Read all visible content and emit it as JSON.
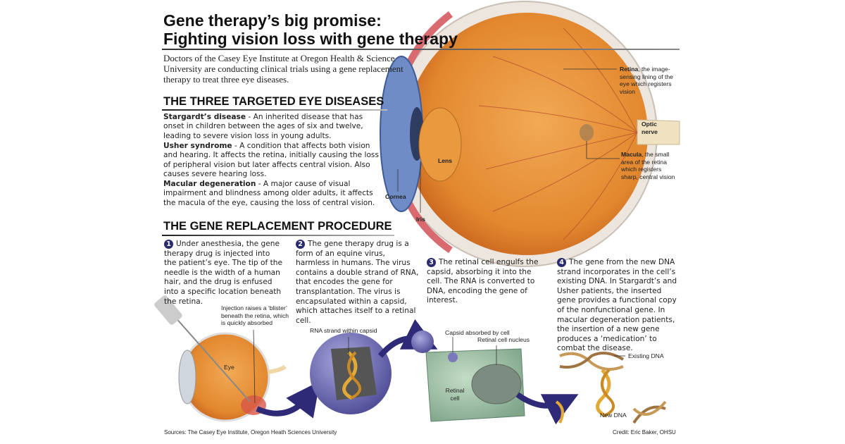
{
  "title": {
    "line1": "Gene therapy’s big promise:",
    "line2": "Fighting vision loss with gene therapy"
  },
  "intro": "Doctors of the Casey Eye Institute at Oregon Health & Science University are conducting clinical trials using a gene replacement therapy to treat three eye diseases.",
  "diseases_section": {
    "heading": "THE THREE TARGETED EYE DISEASES",
    "items": [
      {
        "name": "Stargardt’s disease",
        "text": " - An inherited disease that has onset in children between the ages of six and twelve, leading to severe vision loss in young adults."
      },
      {
        "name": "Usher syndrome",
        "text": " - A condition that affects both vision and hearing.  It affects the retina, initially causing the loss of peripheral vision but later affects central vision.  Also causes severe hearing loss."
      },
      {
        "name": "Macular degeneration",
        "text": " - A major cause of visual impairment and blindness among older adults, it affects the macula of the eye, causing the loss of central vision."
      }
    ]
  },
  "eye_labels": {
    "lens": "Lens",
    "cornea": "Cornea",
    "iris": "Iris",
    "retina_name": "Retina",
    "retina_desc": ", the image-sensing lining of the eye which registers vision",
    "optic_nerve": "Optic nerve",
    "macula_name": "Macula",
    "macula_desc": ", the small area of the retina which registers sharp, central vision"
  },
  "procedure_section": {
    "heading": "THE GENE REPLACEMENT PROCEDURE",
    "steps": [
      {
        "number": "1",
        "text": "Under anesthesia, the gene therapy drug is injected into the patient’s eye.  The tip of the needle is the width of a human hair, and the drug is enfused into a specific location beneath  the retina."
      },
      {
        "number": "2",
        "text": "The gene therapy drug is a form of an equine virus, harmless in humans.  The virus contains a double strand of RNA, that encodes the gene for transplantation.  The virus is encapsulated within a capsid, which attaches itself to a retinal cell."
      },
      {
        "number": "3",
        "text": "The retinal cell engulfs the capsid, absorbing it into the cell.  The RNA is converted to DNA, encoding the gene of interest."
      },
      {
        "number": "4",
        "text": "The gene from the new DNA strand incorporates in the cell’s existing DNA.  In Stargardt’s and Usher patients, the inserted gene provides a functional copy of the nonfunctional gene.  In macular degeneration patients, the insertion of a new gene produces a ‘medication’ to combat the disease."
      }
    ]
  },
  "illustration_labels": {
    "injection": "Injection raises a ‘blister’ beneath the retina, which is quickly absorbed",
    "eye": "Eye",
    "rna_strand": "RNA strand within capsid",
    "capsid_absorbed": "Capsid absorbed by cell",
    "nucleus": "Retinal cell nucleus",
    "retinal_cell": "Retinal cell",
    "existing_dna": "Existing DNA",
    "new_dna": "New DNA"
  },
  "footer": {
    "sources": "Sources: The Casey Eye Institute, Oregon Heath Sciences University",
    "credit": "Credit: Eric Baker, OHSU"
  },
  "colors": {
    "eyeball": "#e8953a",
    "sclera": "#e9e3dc",
    "iris": "#5b78b5",
    "capsid": "#6c6aae",
    "arrow": "#2e2a78",
    "cell": "#9fc0a6",
    "dna": "#e3a935",
    "step_badge": "#2a2a6e"
  }
}
